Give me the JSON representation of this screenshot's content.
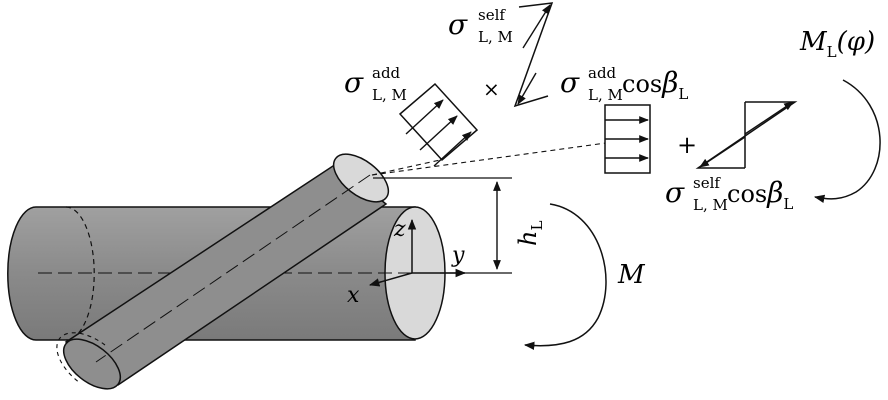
{
  "figure": {
    "sigma": "σ",
    "ctimes": "×",
    "plus": "+",
    "cos_beta": {
      "cos": "cos",
      "beta": "β",
      "sub": "L"
    },
    "label_sigma_self": {
      "sup": "self",
      "sub": "L, M"
    },
    "label_sigma_add": {
      "sup": "add",
      "sub": "L, M"
    },
    "label_sigma_add_cos": {
      "sup": "add",
      "sub": "L, M"
    },
    "label_sigma_self_cos": {
      "sup": "self",
      "sub": "L, M"
    },
    "moment_ML": {
      "main": "M",
      "sub": "L",
      "arg": "(φ)"
    },
    "moment_M": "M",
    "height_h": {
      "main": "h",
      "sub": "L"
    },
    "axis_z": "z",
    "axis_y": "y",
    "axis_x": "x"
  },
  "colors": {
    "cylinder_fill": "#8e8e8e",
    "cylinder_end": "#d9d9d9",
    "stroke": "#111111"
  }
}
